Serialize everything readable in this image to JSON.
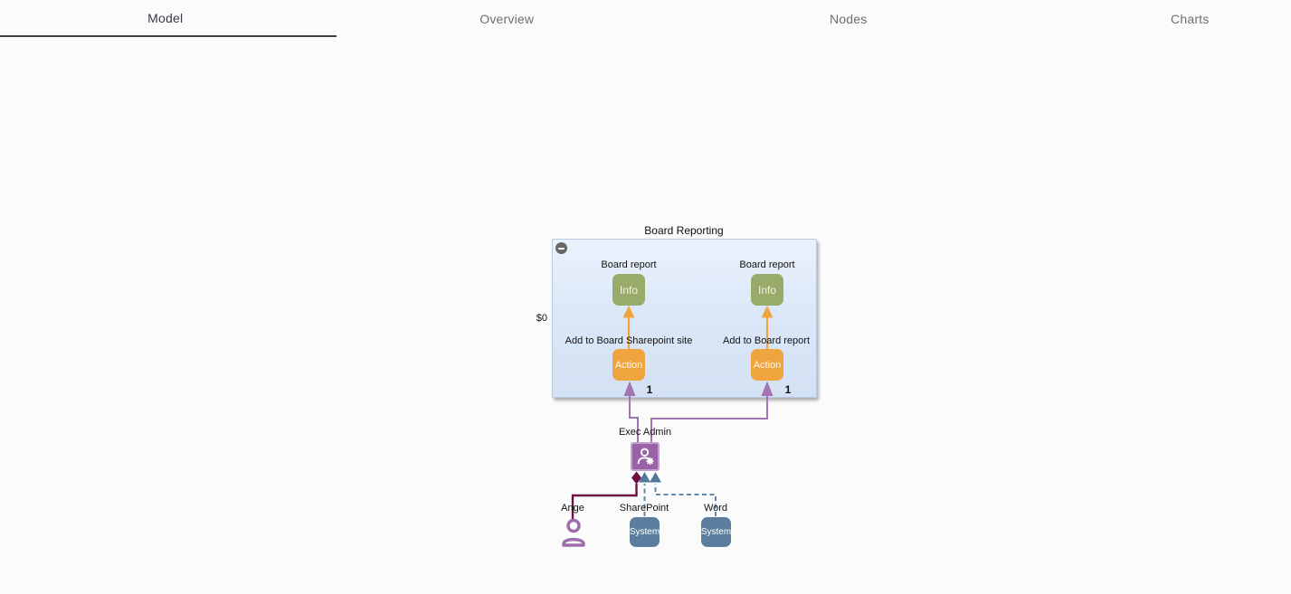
{
  "tabs": {
    "items": [
      {
        "label": "Model",
        "active": true
      },
      {
        "label": "Overview",
        "active": false
      },
      {
        "label": "Nodes",
        "active": false
      },
      {
        "label": "Charts",
        "active": false
      }
    ]
  },
  "diagram": {
    "group": {
      "title": "Board Reporting",
      "cost": "$0",
      "collapse_icon": "minus-circle-icon"
    },
    "info_nodes": [
      {
        "label": "Board report",
        "badge": "Info"
      },
      {
        "label": "Board report",
        "badge": "Info"
      }
    ],
    "action_nodes": [
      {
        "label": "Add to Board Sharepoint site",
        "badge": "Action",
        "count": "1"
      },
      {
        "label": "Add to Board report",
        "badge": "Action",
        "count": "1"
      }
    ],
    "actor": {
      "label": "Exec Admin",
      "icon": "person-gear-icon"
    },
    "person": {
      "label": "Ange",
      "icon": "person-icon"
    },
    "systems": [
      {
        "label": "SharePoint",
        "badge": "System"
      },
      {
        "label": "Word",
        "badge": "System"
      }
    ],
    "colors": {
      "info_node": "#98ab6b",
      "action_node": "#f0a43e",
      "system_node": "#5b7e9e",
      "actor_node": "#9a63a8",
      "actor_border": "#c2a0ce",
      "group_fill": "#dce8f8",
      "group_border": "#b9cbe2",
      "edge_purple": "#a273b2",
      "edge_orange": "#f0a43e",
      "edge_maroon": "#6b1040",
      "edge_slate": "#6187aa"
    }
  }
}
